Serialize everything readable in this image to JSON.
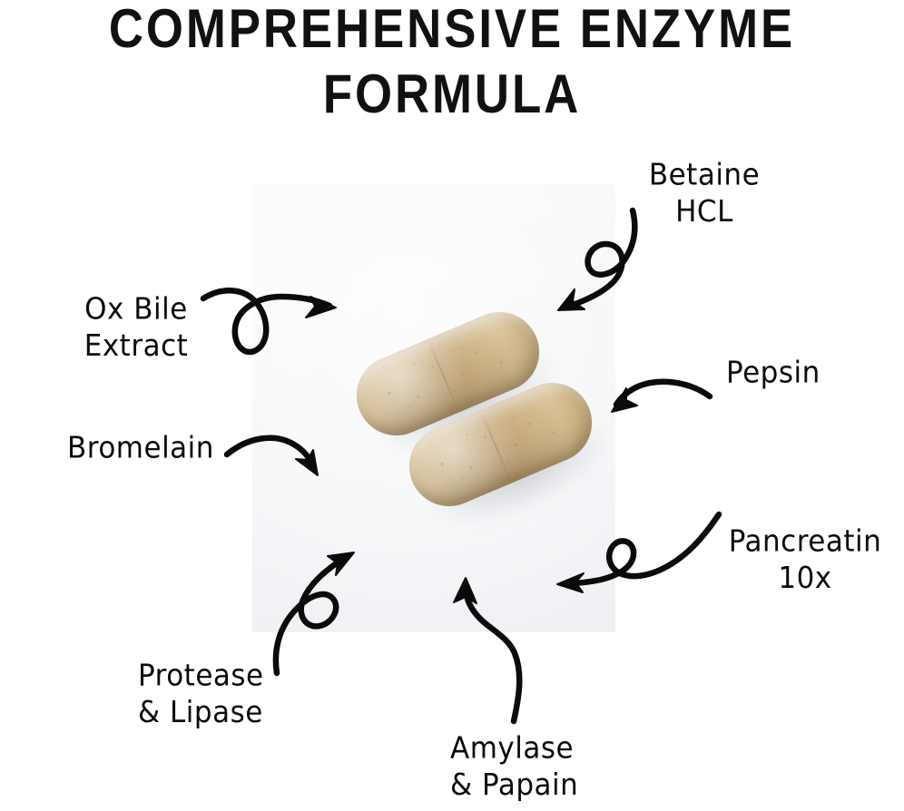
{
  "title": {
    "line1": "COMPREHENSIVE ENZYME",
    "line2": "FORMULA"
  },
  "colors": {
    "ink": "#0b0b0b",
    "title_color": "#111111",
    "panel_background": "#f2f4f6",
    "capsule_body": "#cbaf80",
    "capsule_highlight": "#d9c093",
    "page_background": "#ffffff"
  },
  "photo": {
    "alt_name": "two-tan-enzyme-capsules",
    "capsule_count": 2,
    "capsules": [
      {
        "name": "capsule-top",
        "tilt_degrees": -23
      },
      {
        "name": "capsule-bottom",
        "tilt_degrees": -23
      }
    ]
  },
  "callouts": [
    {
      "id": "ox-bile",
      "label": "Ox Bile\nExtract",
      "arrow": "loop-right",
      "points_to": "capsule-area-top-left"
    },
    {
      "id": "bromelain",
      "label": "Bromelain",
      "arrow": "curve-down-right",
      "points_to": "capsule-area-left"
    },
    {
      "id": "betaine",
      "label": "Betaine\nHCL",
      "arrow": "loop-down-left",
      "points_to": "capsule-area-top-right"
    },
    {
      "id": "pepsin",
      "label": "Pepsin",
      "arrow": "curve-down-left",
      "points_to": "capsule-area-right"
    },
    {
      "id": "pancreatin",
      "label": "Pancreatin\n10x",
      "arrow": "loop-left",
      "points_to": "capsule-area-bottom-right"
    },
    {
      "id": "protease",
      "label": "Protease\n& Lipase",
      "arrow": "loop-up-right",
      "points_to": "capsule-area-bottom-left"
    },
    {
      "id": "amylase",
      "label": "Amylase\n& Papain",
      "arrow": "s-curve-up",
      "points_to": "capsule-area-bottom"
    }
  ]
}
